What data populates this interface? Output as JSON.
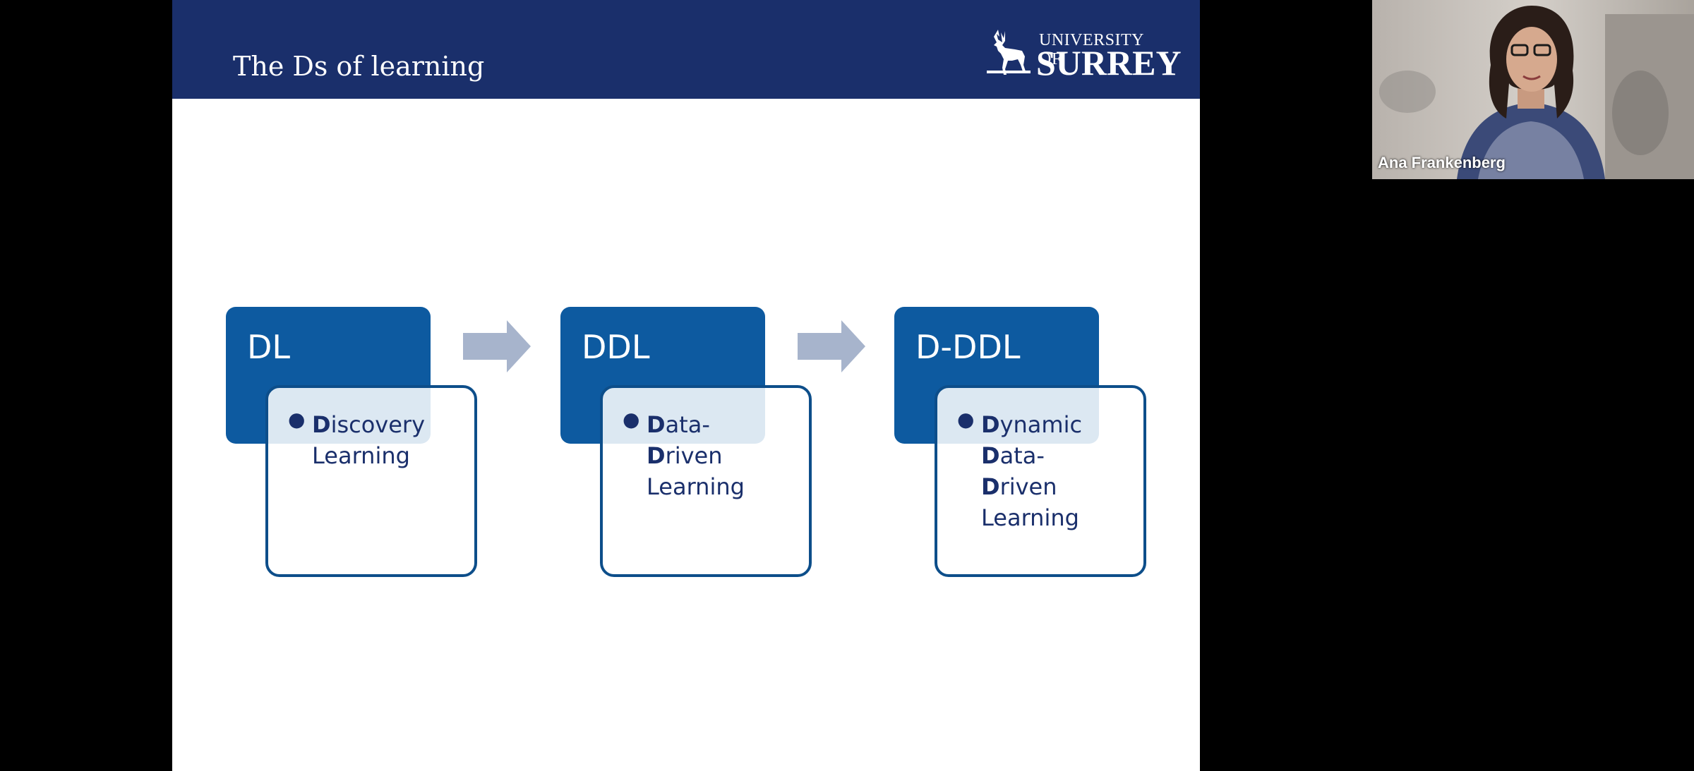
{
  "slide": {
    "title": "The Ds of learning",
    "logo": {
      "line1": "UNIVERSITY OF",
      "line2": "SURREY"
    }
  },
  "stages": [
    {
      "label": "DL",
      "lines": [
        {
          "initial": "D",
          "rest": "iscovery"
        },
        {
          "initial": "",
          "rest": "Learning"
        }
      ]
    },
    {
      "label": "DDL",
      "lines": [
        {
          "initial": "D",
          "rest": "ata-"
        },
        {
          "initial": "D",
          "rest": "riven"
        },
        {
          "initial": "",
          "rest": "Learning"
        }
      ]
    },
    {
      "label": "D-DDL",
      "lines": [
        {
          "initial": "D",
          "rest": "ynamic"
        },
        {
          "initial": "D",
          "rest": "ata-"
        },
        {
          "initial": "D",
          "rest": "riven"
        },
        {
          "initial": "",
          "rest": "Learning"
        }
      ]
    }
  ],
  "participant": {
    "name": "Ana Frankenberg"
  },
  "colors": {
    "header": "#1a2f6b",
    "box": "#0d5aa0",
    "arrow": "#a7b4cc",
    "text": "#1a2f6b"
  }
}
